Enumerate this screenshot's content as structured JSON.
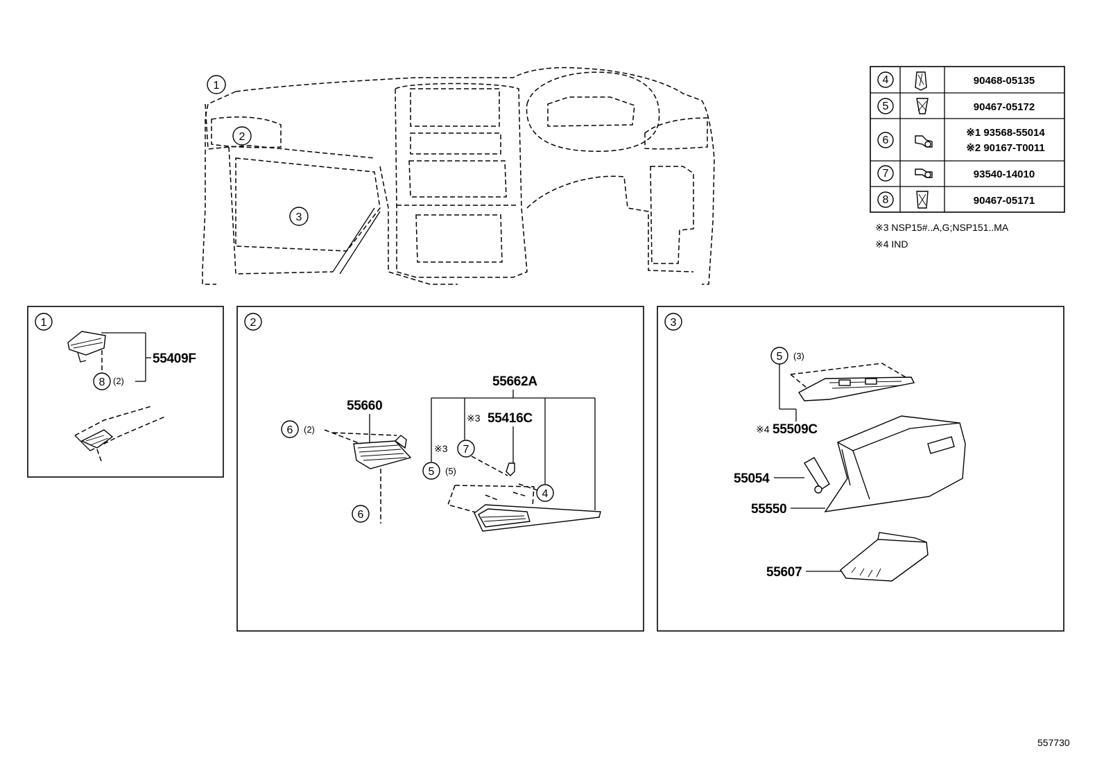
{
  "overview": {
    "callouts": [
      "1",
      "2",
      "3"
    ]
  },
  "panel1": {
    "number": "1",
    "part": "55409F",
    "clip": {
      "callout": "8",
      "qty": "(2)"
    }
  },
  "panel2": {
    "number": "2",
    "parts": {
      "p55660": "55660",
      "p55662A": "55662A",
      "p55416C": "55416C",
      "p55416C_note": "※3"
    },
    "callouts": {
      "c6a": {
        "num": "6",
        "qty": "(2)"
      },
      "c6b": {
        "num": "6"
      },
      "c7": {
        "num": "7",
        "note": "※3"
      },
      "c5": {
        "num": "5",
        "qty": "(5)"
      },
      "c4": {
        "num": "4"
      }
    }
  },
  "panel3": {
    "number": "3",
    "parts": {
      "p55509C": "55509C",
      "p55509C_note": "※4",
      "p55054": "55054",
      "p55550": "55550",
      "p55607": "55607"
    },
    "callouts": {
      "c5": {
        "num": "5",
        "qty": "(3)"
      }
    }
  },
  "fastener_table": {
    "rows": [
      {
        "num": "4",
        "icon": "clip-icon",
        "part": "90468-05135"
      },
      {
        "num": "5",
        "icon": "clip-icon",
        "part": "90467-05172"
      },
      {
        "num": "6",
        "icon": "screw-icon",
        "part_lines": [
          "※1 93568-55014",
          "※2 90167-T0011"
        ]
      },
      {
        "num": "7",
        "icon": "screw-icon",
        "part": "93540-14010"
      },
      {
        "num": "8",
        "icon": "clip-icon",
        "part": "90467-05171"
      }
    ]
  },
  "notes": [
    "※3 NSP15#..A,G;NSP151..MA",
    "※4 IND"
  ],
  "diagram_id": "557730"
}
